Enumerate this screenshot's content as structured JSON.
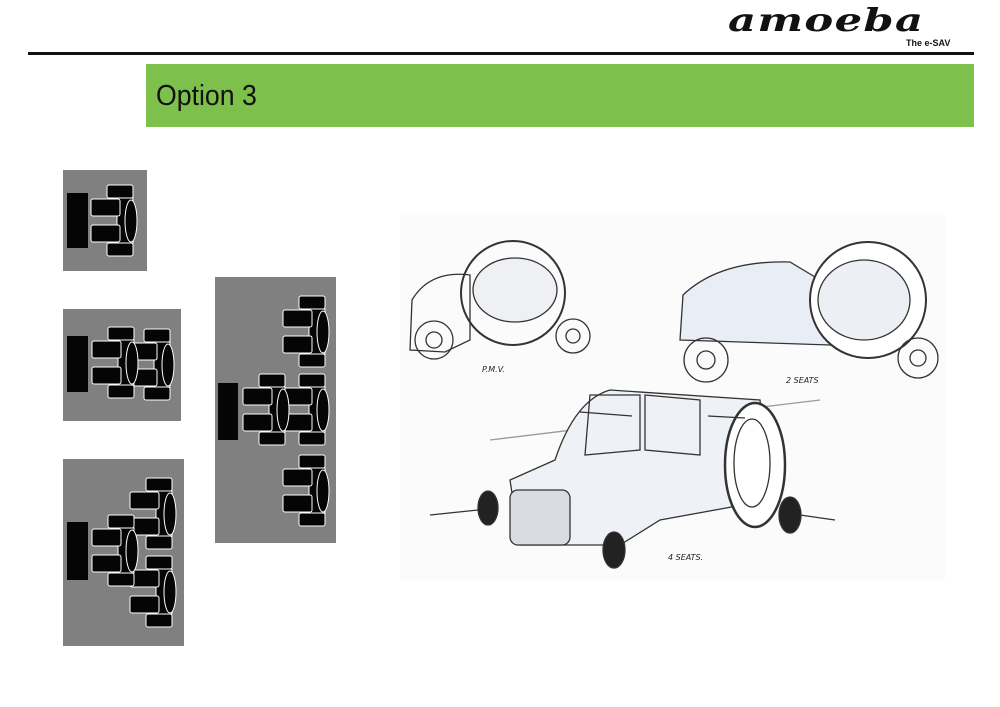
{
  "header": {
    "logo": "amoeba",
    "tagline": "The e-SAV"
  },
  "banner": {
    "title": "Option 3",
    "color": "#7dc04b"
  },
  "sketch": {
    "labels": [
      "P.M.V.",
      "2 SEATS",
      "4 SEATS."
    ]
  }
}
